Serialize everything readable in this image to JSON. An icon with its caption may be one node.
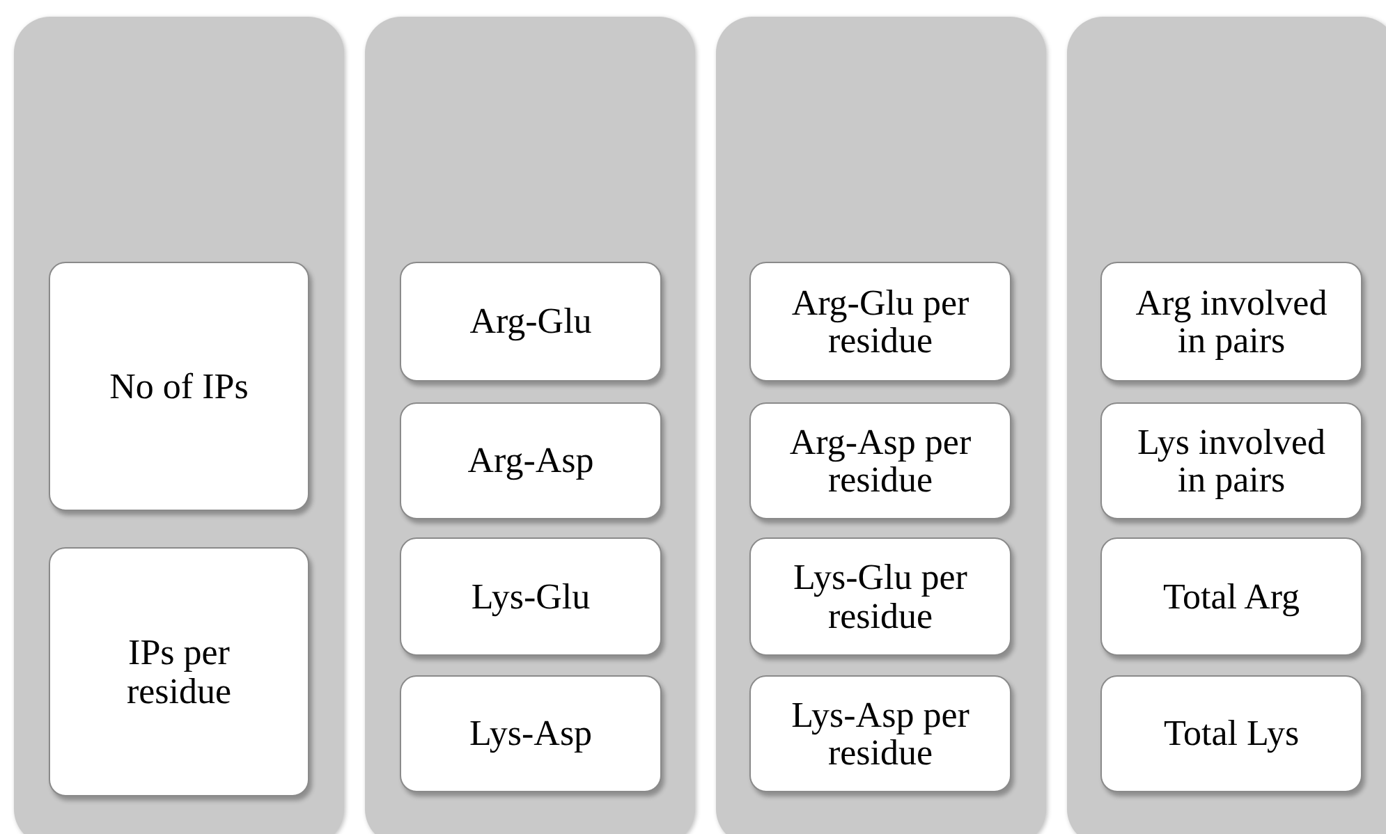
{
  "diagram": {
    "nodes": [
      {
        "text": [],
        "shape": "box"
      },
      {
        "text": [
          "No of IPs"
        ],
        "in": 0
      },
      {
        "text": [
          "IPs per residue"
        ],
        "in": 0
      },
      {
        "text": [],
        "shape": "box"
      },
      {
        "text": [
          "Arg-Glu"
        ],
        "in": 3
      },
      {
        "text": [
          "Arg-Asp"
        ],
        "in": 3
      },
      {
        "text": [
          "Lys-Glu"
        ],
        "in": 3
      },
      {
        "text": [
          "Lys-Asp"
        ],
        "in": 3
      },
      {
        "text": [],
        "shape": "box"
      },
      {
        "text": [
          "Arg-Glu per residue"
        ],
        "in": 8
      },
      {
        "text": [
          "Arg-Asp per residue"
        ],
        "in": 8
      },
      {
        "text": [
          "Lys-Glu per residue"
        ],
        "in": 8
      },
      {
        "text": [
          "Lys-Asp per residue"
        ],
        "in": 8
      },
      {
        "text": [],
        "shape": "box"
      },
      {
        "text": [
          "Arg involved in pairs"
        ],
        "in": 13
      },
      {
        "text": [
          "Lys involved in pairs"
        ],
        "in": 13
      },
      {
        "text": [
          "Total Arg"
        ],
        "in": 13
      },
      {
        "text": [
          "Total Lys"
        ],
        "in": 13
      }
    ]
  }
}
